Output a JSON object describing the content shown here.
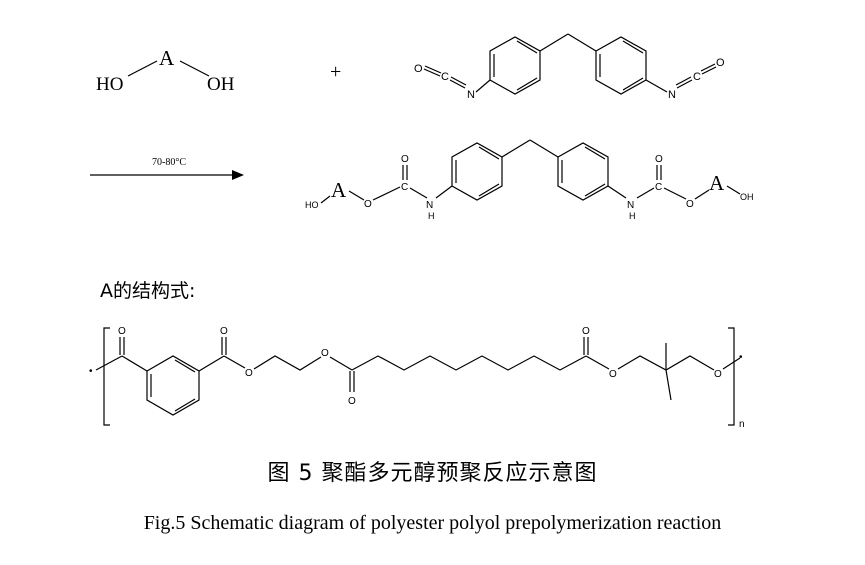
{
  "reactant_diol": {
    "ho_left": "HO",
    "a_label": "A",
    "oh_right": "OH"
  },
  "plus_sign": "+",
  "diisocyanate": {
    "o_left": "O",
    "c_left": "C",
    "n_left": "N",
    "n_right": "N",
    "c_right": "C",
    "o_right": "O"
  },
  "condition": "70-80°C",
  "product": {
    "ho": "HO",
    "a_left": "A",
    "o_left": "O",
    "c_left": "C",
    "o_top_left": "O",
    "nh_left": "N",
    "h_left": "H",
    "nh_right": "N",
    "h_right": "H",
    "c_right": "C",
    "o_top_right": "O",
    "o_right": "O",
    "a_right": "A",
    "oh": "OH"
  },
  "a_structure_label": "A的结构式:",
  "polyester": {
    "o_labels": [
      "O",
      "O",
      "O",
      "O",
      "O",
      "O",
      "O",
      "O"
    ],
    "dot_left": "•",
    "dot_right": "•",
    "subscript": "n"
  },
  "caption_cn": "图 5  聚酯多元醇预聚反应示意图",
  "caption_en": "Fig.5 Schematic diagram of polyester polyol prepolymerization reaction"
}
